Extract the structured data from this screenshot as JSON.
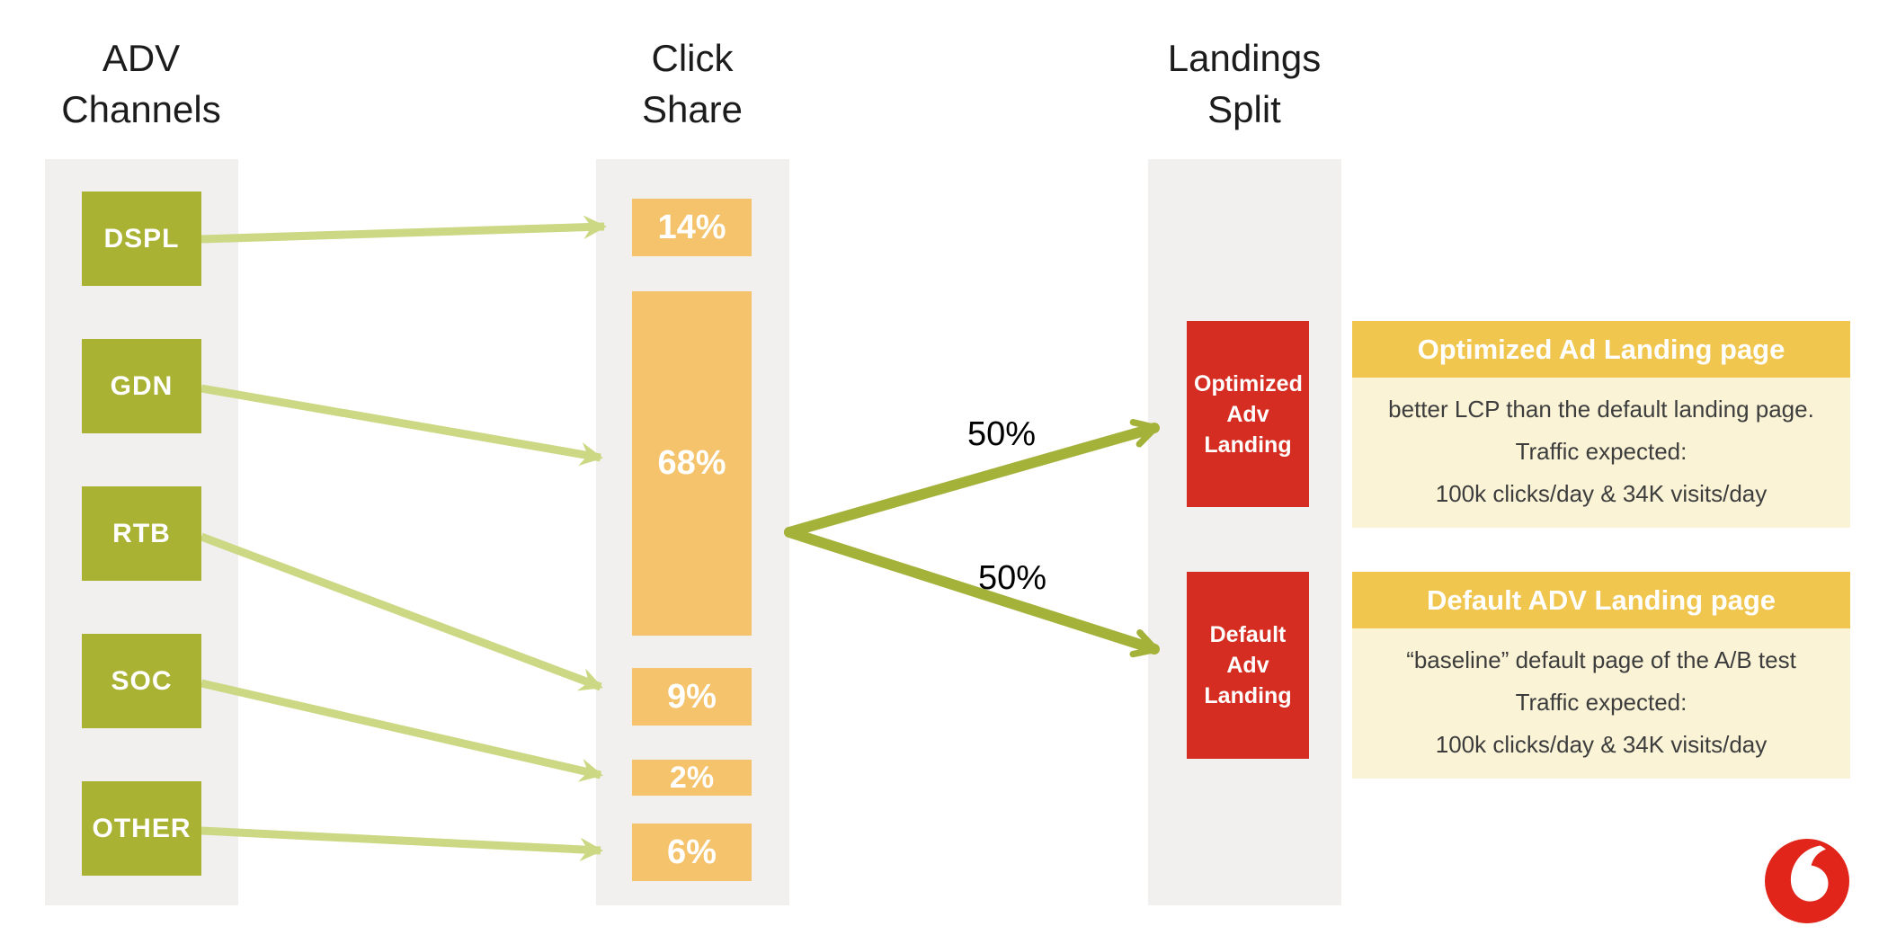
{
  "channels": {
    "title": [
      "ADV",
      "Channels"
    ],
    "items": [
      "DSPL",
      "GDN",
      "RTB",
      "SOC",
      "OTHER"
    ]
  },
  "click_share": {
    "title": [
      "Click",
      "Share"
    ],
    "items": [
      "14%",
      "68%",
      "9%",
      "2%",
      "6%"
    ]
  },
  "landings": {
    "title": [
      "Landings",
      "Split"
    ],
    "items": [
      "Optimized Adv Landing",
      "Default Adv Landing"
    ],
    "split_percent_top": "50%",
    "split_percent_bottom": "50%"
  },
  "cards": [
    {
      "title": "Optimized Ad Landing page",
      "lines": [
        "better LCP than the default landing page.",
        "Traffic expected:",
        "100k clicks/day & 34K visits/day"
      ]
    },
    {
      "title": "Default ADV Landing page",
      "lines": [
        "“baseline” default page of the A/B test",
        "Traffic expected:",
        "100k clicks/day & 34K visits/day"
      ]
    }
  ],
  "flows": [
    {
      "from": "DSPL",
      "to": "14%"
    },
    {
      "from": "GDN",
      "to": "68%"
    },
    {
      "from": "RTB",
      "to": "9%"
    },
    {
      "from": "SOC",
      "to": "2%"
    },
    {
      "from": "OTHER",
      "to": "6%"
    },
    {
      "from": "68%",
      "to": "Optimized Adv Landing",
      "share": "50%"
    },
    {
      "from": "68%",
      "to": "Default Adv Landing",
      "share": "50%"
    }
  ],
  "logo": {
    "name": "vodafone-logo"
  },
  "colors": {
    "column_bg": "#f1f0ee",
    "channel_green": "#a9b233",
    "share_orange": "#f5c36b",
    "landing_red": "#d52d22",
    "arrow_light_green": "#ccd884",
    "arrow_olive": "#a5b23a",
    "card_header_yellow": "#f0c64f",
    "card_body_cream": "#faf3d6",
    "card_text": "#3d3d3d",
    "logo_red": "#e1251b"
  }
}
